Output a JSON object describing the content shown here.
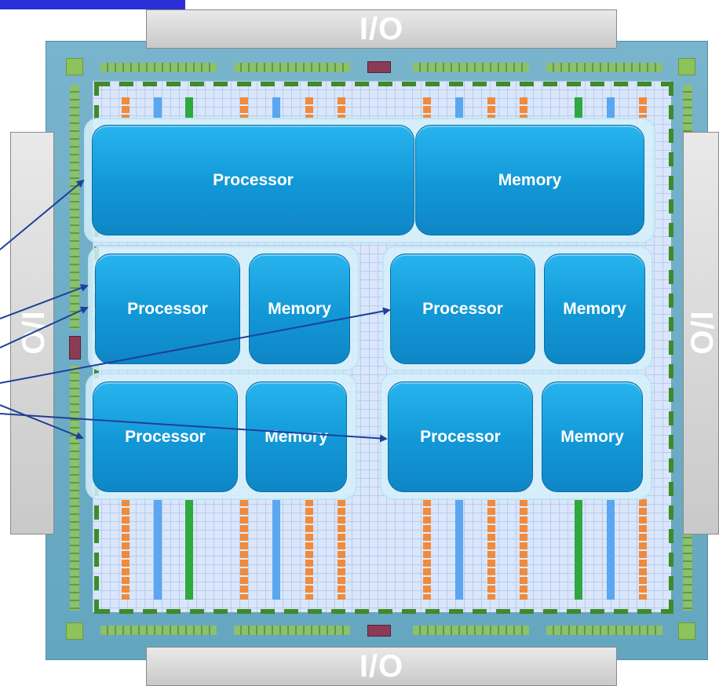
{
  "io": {
    "top": "I/O",
    "bottom": "I/O",
    "left": "I/O",
    "right": "I/O"
  },
  "blocks": {
    "top_processor": "Processor",
    "top_memory": "Memory",
    "mid_left_processor": "Processor",
    "mid_left_memory": "Memory",
    "mid_right_processor": "Processor",
    "mid_right_memory": "Memory",
    "bot_left_processor": "Processor",
    "bot_left_memory": "Memory",
    "bot_right_processor": "Processor",
    "bot_right_memory": "Memory"
  },
  "colors": {
    "processor_fill": "#1aa6e4",
    "arrow": "#1e3f9a",
    "io_pad": "#8ec25a",
    "orange_column": "#f08a3c",
    "blue_column": "#5aa6f0",
    "green_column": "#2fa83e"
  }
}
